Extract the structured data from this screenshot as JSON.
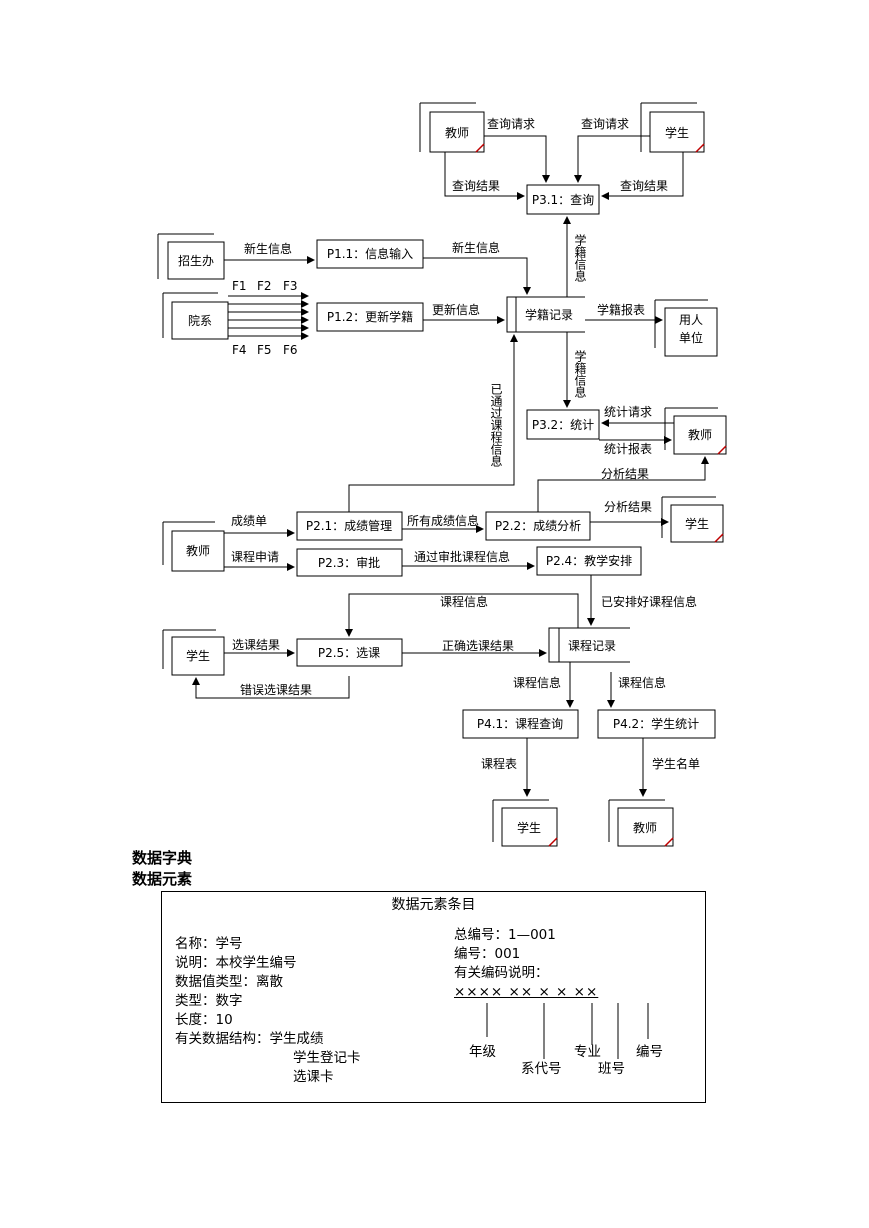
{
  "diagram": {
    "entities": {
      "teacher_top": "教师",
      "student_top": "学生",
      "admissions": "招生办",
      "department": "院系",
      "employer": "用人单位",
      "teacher_stats": "教师",
      "student_analysis": "学生",
      "teacher_grades": "教师",
      "student_select": "学生",
      "student_bottom": "学生",
      "teacher_bottom": "教师"
    },
    "processes": {
      "p3_1": "P3.1：查询",
      "p1_1": "P1.1：信息输入",
      "p1_2": "P1.2：更新学籍",
      "p3_2": "P3.2：统计",
      "p2_1": "P2.1：成绩管理",
      "p2_2": "P2.2：成绩分析",
      "p2_3": "P2.3：审批",
      "p2_4": "P2.4：教学安排",
      "p2_5": "P2.5：选课",
      "p4_1": "P4.1：课程查询",
      "p4_2": "P4.2：学生统计"
    },
    "stores": {
      "student_records": "学籍记录",
      "course_records": "课程记录"
    },
    "flows": {
      "query_request_teacher": "查询请求",
      "query_request_student": "查询请求",
      "query_result_teacher": "查询结果",
      "query_result_student": "查询结果",
      "new_student_info_1": "新生信息",
      "new_student_info_2": "新生信息",
      "update_info": "更新信息",
      "status_info_up": "学籍信息",
      "status_report": "学籍报表",
      "status_info_down": "学籍信息",
      "passed_course_info": "已通过课程信息",
      "stats_request": "统计请求",
      "stats_report": "统计报表",
      "analysis_result_1": "分析结果",
      "analysis_result_2": "分析结果",
      "grade_sheet": "成绩单",
      "all_grade_info": "所有成绩信息",
      "course_application": "课程申请",
      "approved_course_info": "通过审批课程信息",
      "course_info_back": "课程信息",
      "arranged_course_info": "已安排好课程信息",
      "selection_result": "选课结果",
      "correct_selection": "正确选课结果",
      "wrong_selection": "错误选课结果",
      "course_info_left": "课程信息",
      "course_info_right": "课程信息",
      "timetable": "课程表",
      "student_list": "学生名单"
    },
    "f_labels_top": [
      "F1",
      "F2",
      "F3"
    ],
    "f_labels_bottom": [
      "F4",
      "F5",
      "F6"
    ]
  },
  "headings": {
    "data_dictionary": "数据字典",
    "data_elements": "数据元素"
  },
  "data_element": {
    "title": "数据元素条目",
    "name": "名称：学号",
    "description": "说明：本校学生编号",
    "value_type": "数据值类型：离散",
    "type": "类型：数字",
    "length": "长度：10",
    "related_structures": "有关数据结构：学生成绩",
    "related_1": "学生登记卡",
    "related_2": "选课卡",
    "total_number": "总编号：1—001",
    "number": "编号：001",
    "code_desc": "有关编码说明：",
    "code_pattern": "×××× ×× × × ××",
    "code_parts": {
      "grade": "年级",
      "dept_code": "系代号",
      "major": "专业",
      "class_no": "班号",
      "serial": "编号"
    }
  }
}
